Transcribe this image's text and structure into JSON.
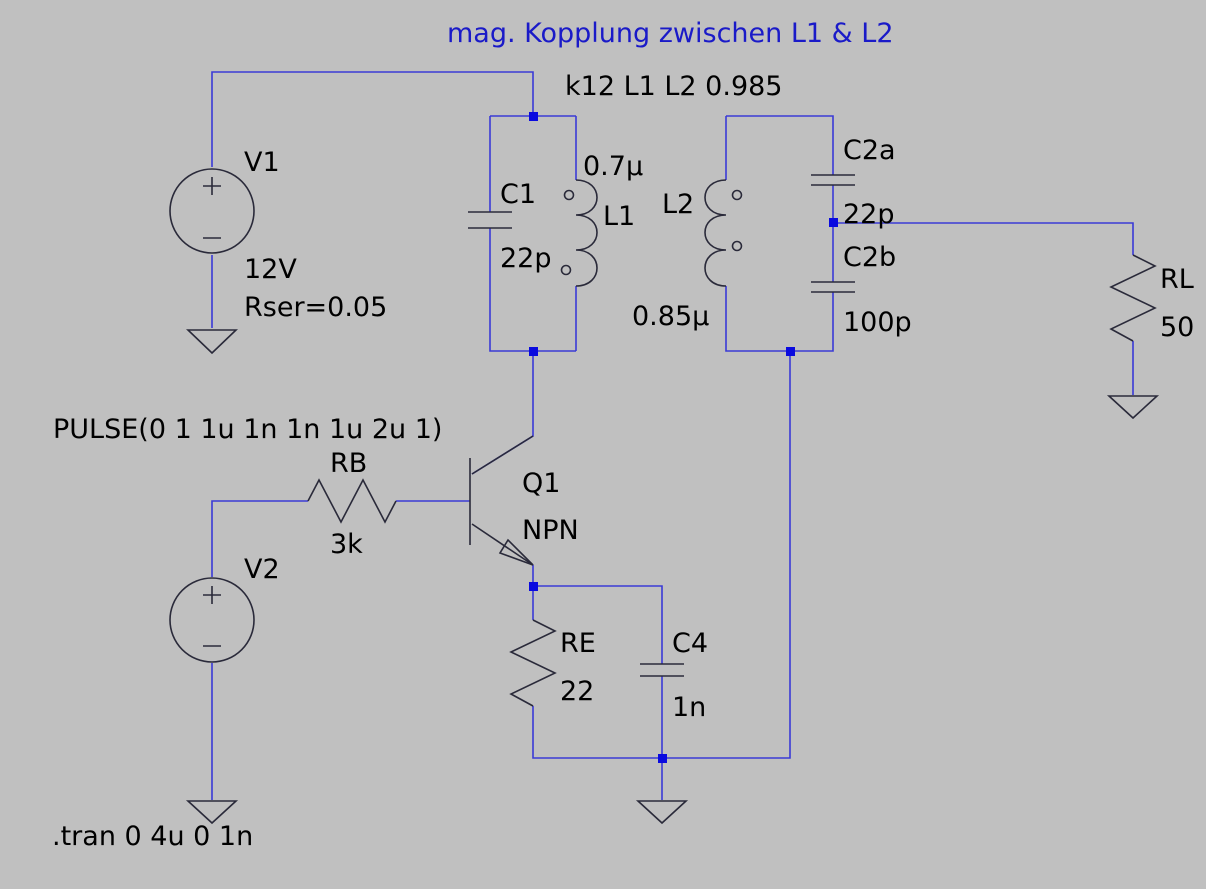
{
  "schematic": {
    "comment": "mag. Kopplung zwischen L1 & L2",
    "coupling": "k12 L1 L2 0.985",
    "V1": {
      "name": "V1",
      "value": "12V",
      "param": "Rser=0.05"
    },
    "C1": {
      "name": "C1",
      "value": "22p"
    },
    "L1": {
      "name": "L1",
      "value": "0.7µ"
    },
    "L2": {
      "name": "L2",
      "value": "0.85µ"
    },
    "C2a": {
      "name": "C2a",
      "value": "22p"
    },
    "C2b": {
      "name": "C2b",
      "value": "100p"
    },
    "RL": {
      "name": "RL",
      "value": "50"
    },
    "V2": {
      "name": "V2",
      "value": "PULSE(0 1 1u 1n 1n 1u 2u 1)"
    },
    "RB": {
      "name": "RB",
      "value": "3k"
    },
    "Q1": {
      "name": "Q1",
      "value": "NPN"
    },
    "RE": {
      "name": "RE",
      "value": "22"
    },
    "C4": {
      "name": "C4",
      "value": "1n"
    },
    "directive": ".tran 0 4u 0 1n"
  }
}
